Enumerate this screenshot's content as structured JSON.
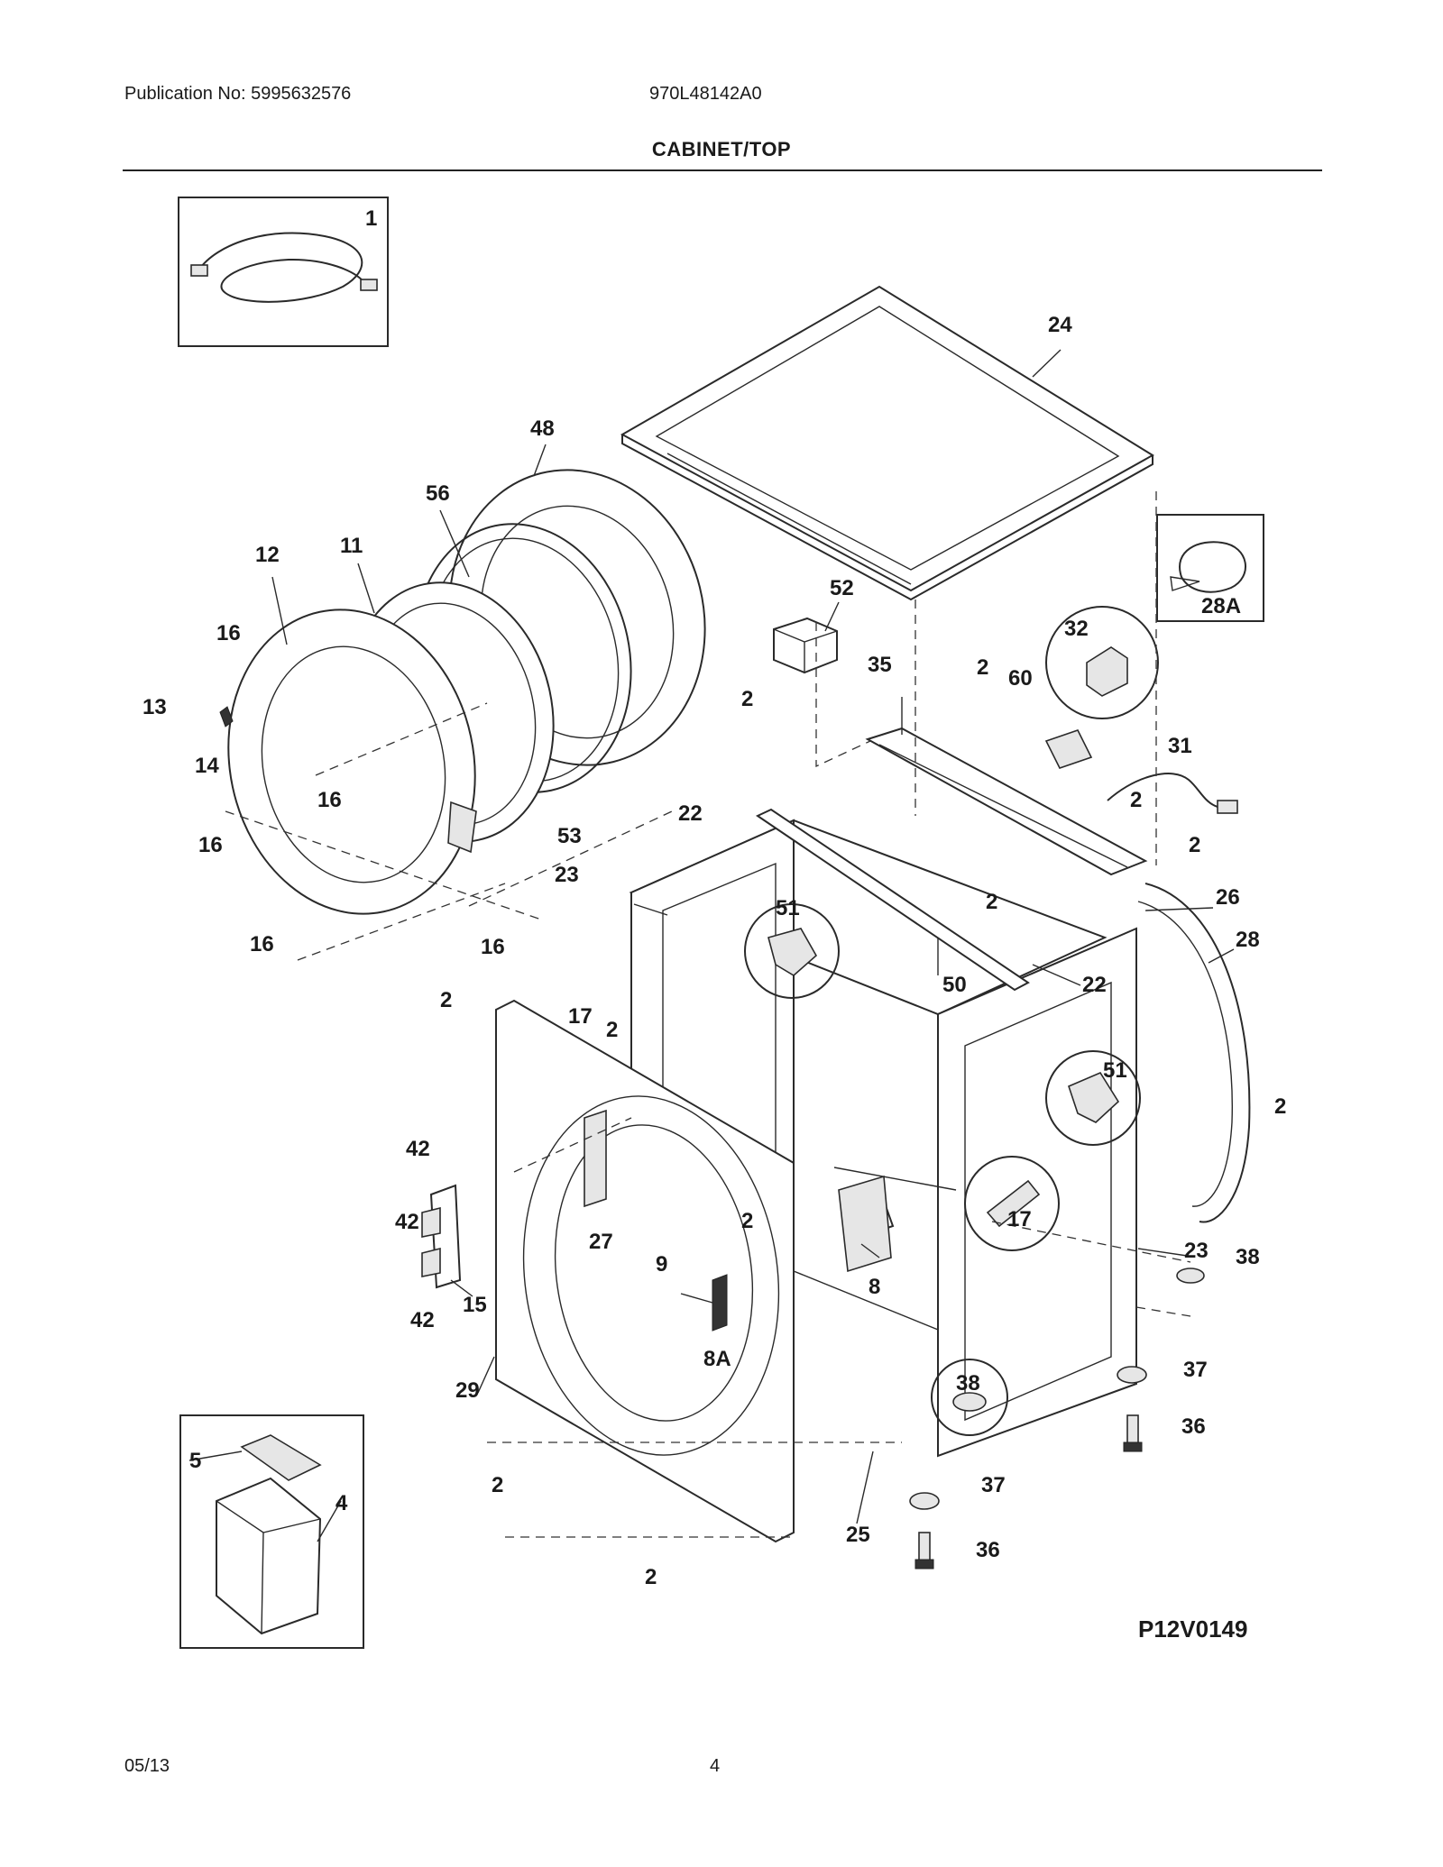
{
  "header": {
    "publication": "Publication No: 5995632576",
    "model": "970L48142A0",
    "title": "CABINET/TOP"
  },
  "footer": {
    "date": "05/13",
    "page": "4",
    "figure_id": "P12V0149"
  },
  "callouts": [
    "1",
    "24",
    "48",
    "56",
    "12",
    "11",
    "16",
    "13",
    "14",
    "52",
    "35",
    "2",
    "60",
    "32",
    "28A",
    "31",
    "22",
    "53",
    "23",
    "51",
    "26",
    "28",
    "50",
    "17",
    "29",
    "42",
    "15",
    "27",
    "9",
    "8A",
    "8",
    "38",
    "37",
    "36",
    "25",
    "5",
    "4"
  ]
}
